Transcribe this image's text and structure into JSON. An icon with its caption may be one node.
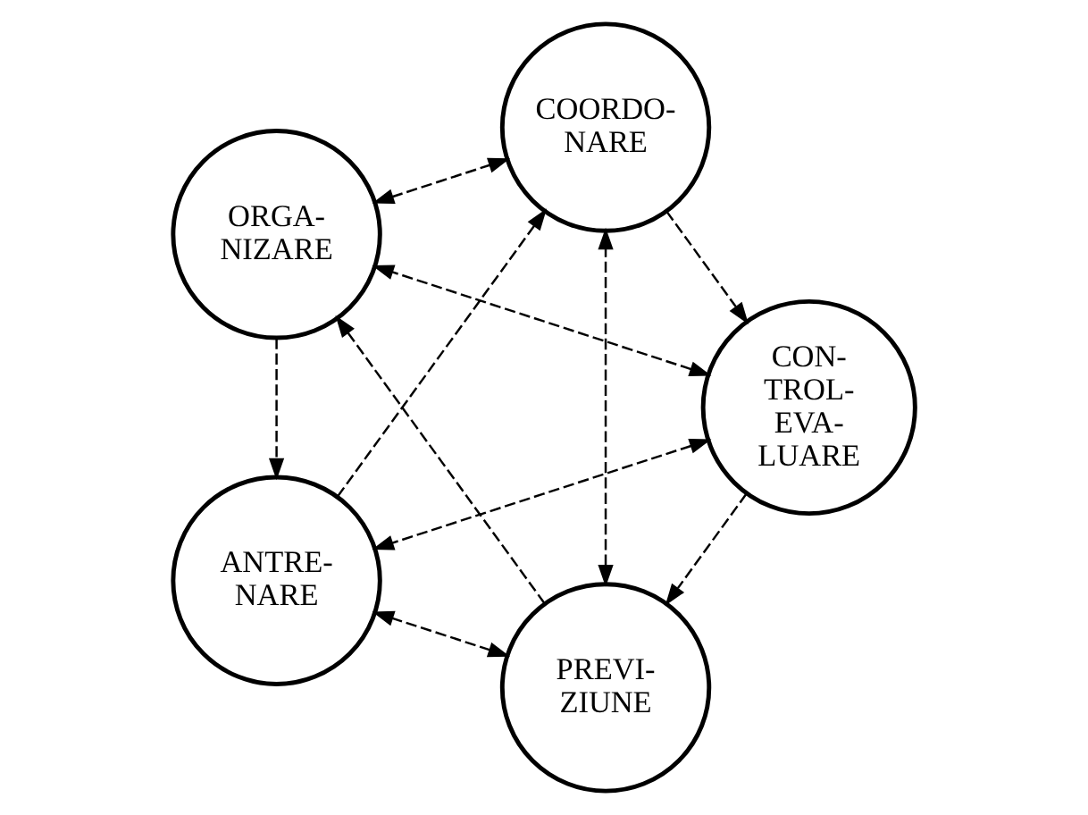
{
  "diagram": {
    "nodes": [
      {
        "text": [
          "PREVI- ZIUNE"
        ]
      },
      {
        "text": [
          "CON- TROL- EVA- LUARE"
        ]
      },
      {
        "text": [
          "ORGA- NIZARE"
        ]
      },
      {
        "text": [
          "COORDO- NARE"
        ]
      },
      {
        "text": [
          "ANTRE- NARE"
        ]
      }
    ],
    "edges": [
      {
        "from": 1,
        "to": 0,
        "arrow": "to",
        "style": "dashed"
      },
      {
        "from": 0,
        "to": 2,
        "arrow": "to",
        "style": "dashed"
      },
      {
        "from": 2,
        "to": 4,
        "arrow": "to",
        "style": "dashed"
      },
      {
        "from": 4,
        "to": 3,
        "arrow": "to",
        "style": "dashed"
      },
      {
        "from": 3,
        "to": 1,
        "arrow": "to",
        "style": "dashed"
      },
      {
        "from": 1,
        "to": 2,
        "arrow": "both",
        "style": "dashed"
      },
      {
        "from": 0,
        "to": 3,
        "arrow": "both",
        "style": "dashed"
      },
      {
        "from": 0,
        "to": 4,
        "arrow": "both",
        "style": "dashed"
      },
      {
        "from": 1,
        "to": 4,
        "arrow": "both",
        "style": "dashed"
      },
      {
        "from": 2,
        "to": 3,
        "arrow": "both",
        "style": "dashed"
      }
    ]
  }
}
